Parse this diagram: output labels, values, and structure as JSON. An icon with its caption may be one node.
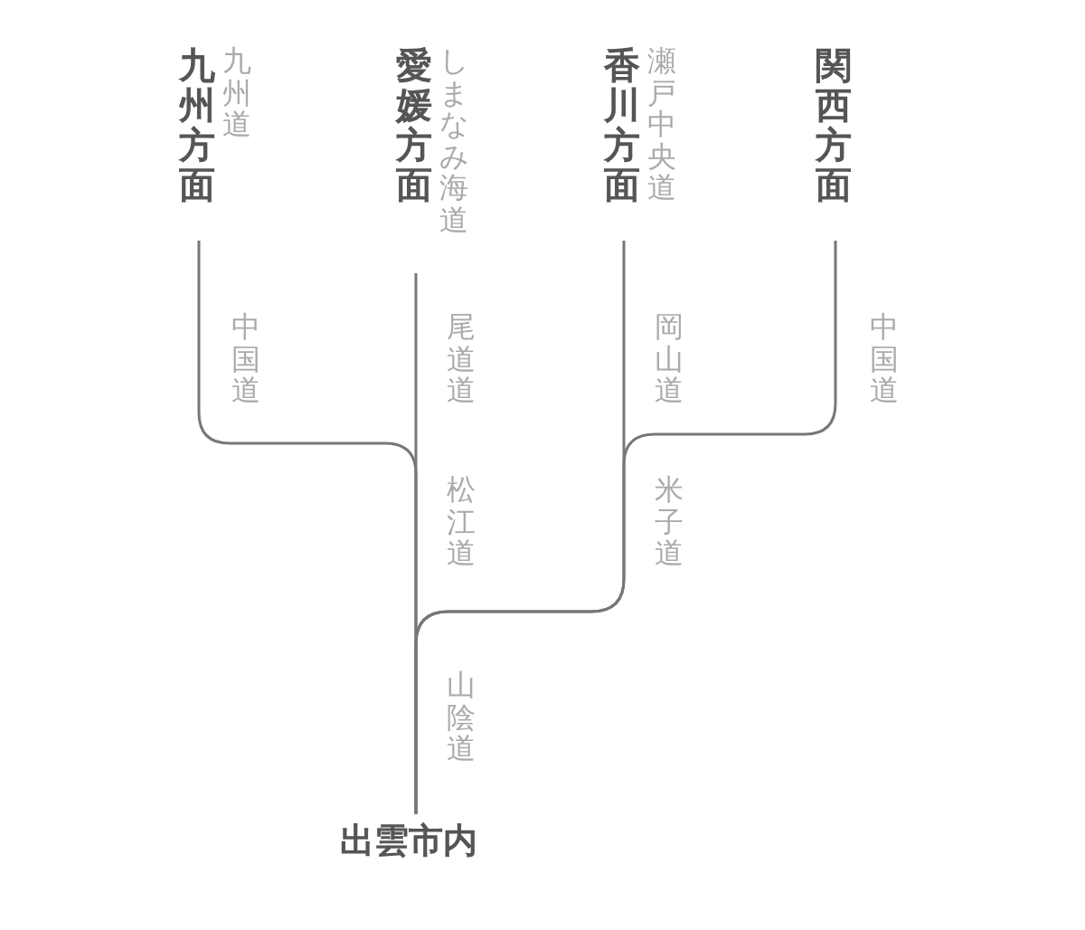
{
  "diagram": {
    "nodes": [
      {
        "text": [
          "九州方面"
        ],
        "beside": [
          "九州道"
        ]
      },
      {
        "text": [
          "愛媛方面"
        ],
        "beside": [
          "しまなみ海道"
        ]
      },
      {
        "text": [
          "香川方面"
        ],
        "beside": [
          "瀬戸中央道"
        ]
      },
      {
        "text": [
          "関西方面"
        ]
      },
      {
        "text": [
          "出雲市内"
        ]
      }
    ],
    "edges": [
      {
        "from": 0,
        "to": 4,
        "arrow": "none",
        "label": "中国道"
      },
      {
        "from": 1,
        "to": 4,
        "arrow": "none",
        "label": "尾道道"
      },
      {
        "from": 2,
        "to": 4,
        "arrow": "none",
        "label": "岡山道"
      },
      {
        "from": 3,
        "to": 4,
        "arrow": "none",
        "label": "中国道"
      }
    ],
    "labels": [
      "米子道",
      "松江道",
      "山陰道"
    ]
  }
}
